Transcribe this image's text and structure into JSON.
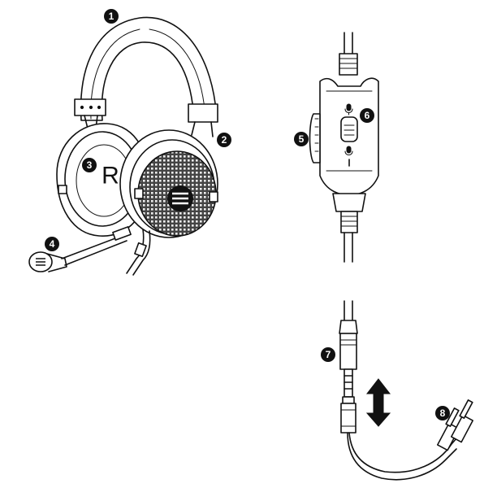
{
  "callouts": [
    {
      "id": "1",
      "label": "1"
    },
    {
      "id": "2",
      "label": "2"
    },
    {
      "id": "3",
      "label": "3"
    },
    {
      "id": "4",
      "label": "4"
    },
    {
      "id": "5",
      "label": "5"
    },
    {
      "id": "6",
      "label": "6"
    },
    {
      "id": "7",
      "label": "7"
    },
    {
      "id": "8",
      "label": "8"
    }
  ],
  "earcup_marking": "R",
  "icons": {
    "mic_on": "microphone-icon",
    "mic_off": "microphone-muted-icon",
    "connect_arrow": "double-arrow-icon"
  }
}
